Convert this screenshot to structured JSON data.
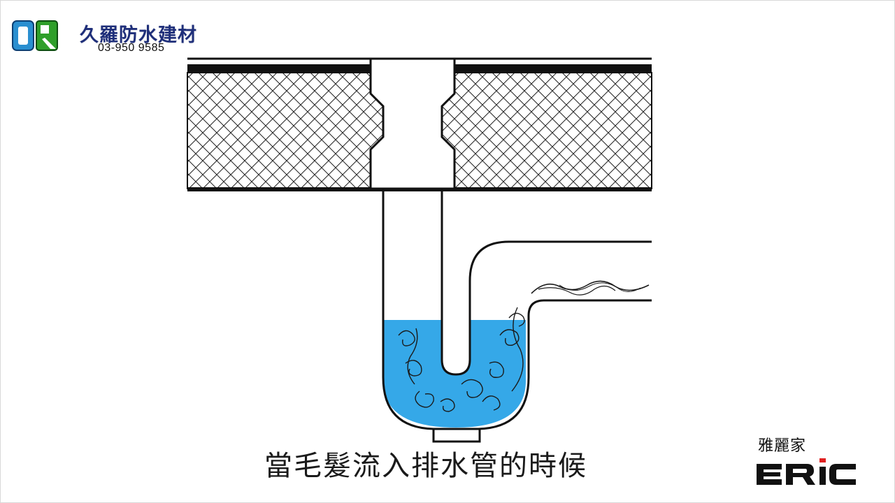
{
  "brand": {
    "logo_text": "OR",
    "name": "久羅防水建材",
    "phone": "03-950 9585"
  },
  "subtitle": "當毛髮流入排水管的時候",
  "eric": {
    "name_cn": "雅麗家",
    "logo_text": "ERIC"
  },
  "colors": {
    "water": "#35a8e8",
    "water_dark": "#1a7fc4",
    "pipe_stroke": "#111111",
    "slab_fill": "#ffffff",
    "eric_accent": "#e02020"
  },
  "icons": {
    "brand_logo": "or-block-logo-icon",
    "eric_logo": "eric-wordmark-icon",
    "hair": "hair-strands-icon"
  }
}
